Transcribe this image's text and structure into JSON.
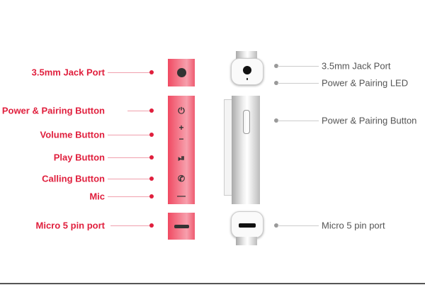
{
  "left_labels": [
    "3.5mm Jack Port",
    "Power & Pairing Button",
    "Volume Button",
    "Play Button",
    "Calling Button",
    "Mic",
    "Micro 5 pin port"
  ],
  "right_labels": [
    "3.5mm Jack Port",
    "Power & Pairing LED",
    "Power & Pairing Button",
    "Micro 5 pin port"
  ],
  "icons": {
    "power": "⏻",
    "plus": "+",
    "minus": "−",
    "play": "⏯",
    "call": "✆",
    "mic": "—"
  },
  "colors": {
    "accent": "#e01f3d",
    "gray": "#555555"
  }
}
